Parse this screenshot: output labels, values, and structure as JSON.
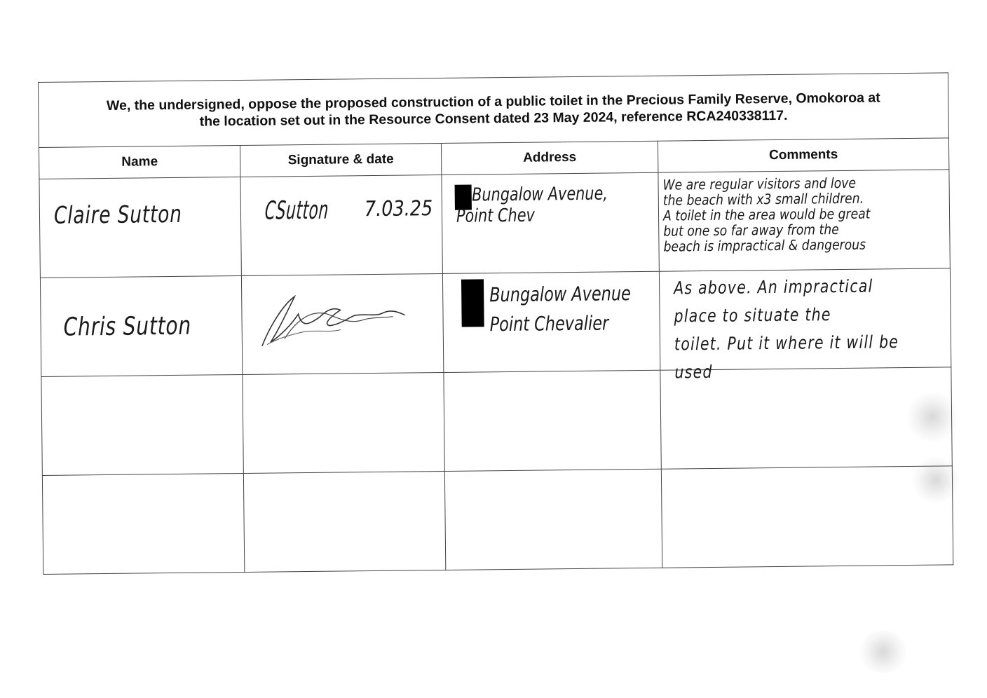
{
  "heading": {
    "line1": "We, the undersigned, oppose the proposed construction of a public toilet in the Precious Family Reserve, Omokoroa at",
    "line2": "the location set out in the Resource Consent dated 23 May 2024, reference RCA240338117."
  },
  "columns": [
    "Name",
    "Signature & date",
    "Address",
    "Comments"
  ],
  "rows": [
    {
      "name": "Claire Sutton",
      "signature_text": "CSutton",
      "date": "7.03.25",
      "address": "Bungalow Avenue,\nPoint Chev",
      "comment": "We are regular visitors and love\nthe beach with x3 small children.\nA toilet in the area would be great\nbut one so far away from the\nbeach is impractical & dangerous"
    },
    {
      "name": "Chris Sutton",
      "signature_text": "",
      "date": "",
      "address": "Bungalow Avenue\nPoint Chevalier",
      "comment": "As above. An impractical\nplace to situate the\ntoilet. Put it where it will be\nused"
    },
    {
      "name": "",
      "signature_text": "",
      "date": "",
      "address": "",
      "comment": ""
    },
    {
      "name": "",
      "signature_text": "",
      "date": "",
      "address": "",
      "comment": ""
    }
  ]
}
